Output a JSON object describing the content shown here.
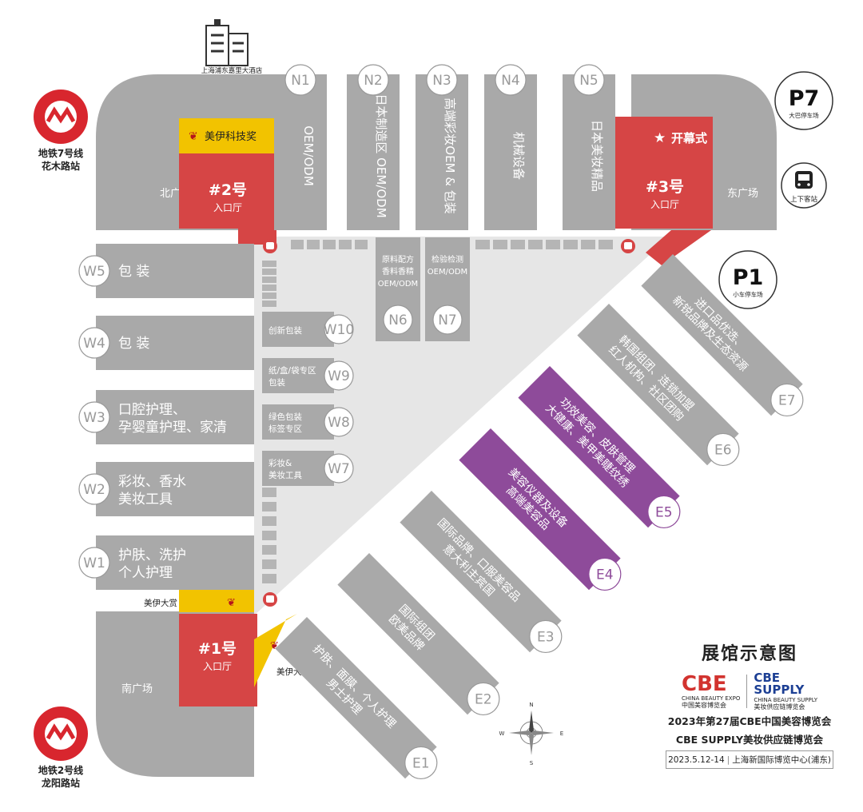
{
  "hotel": {
    "label": "上海浦东嘉里大酒店"
  },
  "metro": [
    {
      "name": "地铁7号线",
      "station": "花木路站",
      "icon": "metro-logo-icon"
    },
    {
      "name": "地铁2号线",
      "station": "龙阳路站",
      "icon": "metro-logo-icon"
    }
  ],
  "plazas": {
    "north": "北广场",
    "east": "东广场",
    "south": "南广场"
  },
  "entrances": [
    {
      "num": "#2号",
      "label": "入口厅"
    },
    {
      "num": "#3号",
      "label": "入口厅"
    },
    {
      "num": "#1号",
      "label": "入口厅"
    }
  ],
  "opening": {
    "label": "开幕式",
    "icon": "star-icon"
  },
  "meiyi": {
    "tech": "美伊科技奖",
    "award": "美伊大赏",
    "award2": "美伊大赏",
    "logo_cn": "美伊"
  },
  "parking": [
    {
      "code": "P7",
      "label": "大巴停车场"
    },
    {
      "code": "P1",
      "label": "小车停车场"
    }
  ],
  "bus_stop": {
    "label": "上下客站",
    "icon": "bus-stop-icon"
  },
  "north_halls": [
    {
      "id": "N1",
      "label": "OEM/ODM"
    },
    {
      "id": "N2",
      "label": "日本制造区 OEM/ODM"
    },
    {
      "id": "N3",
      "label": "高端彩妆OEM & 包装"
    },
    {
      "id": "N4",
      "label": "机械设备"
    },
    {
      "id": "N5",
      "label": "日本美妆精品"
    }
  ],
  "center_halls": [
    {
      "id": "N6",
      "label1": "原料配方",
      "label2": "香料香精",
      "label3": "OEM/ODM"
    },
    {
      "id": "N7",
      "label1": "检验检测",
      "label2": "OEM/ODM"
    }
  ],
  "west_halls": [
    {
      "id": "W5",
      "line1": "包 装",
      "line2": ""
    },
    {
      "id": "W4",
      "line1": "包 装",
      "line2": ""
    },
    {
      "id": "W3",
      "line1": "口腔护理、",
      "line2": "孕婴童护理、家清"
    },
    {
      "id": "W2",
      "line1": "彩妆、香水",
      "line2": "美妆工具"
    },
    {
      "id": "W1",
      "line1": "护肤、洗护",
      "line2": "个人护理"
    }
  ],
  "inner_west_halls": [
    {
      "id": "W10",
      "line1": "创新包装",
      "line2": ""
    },
    {
      "id": "W9",
      "line1": "纸/盒/袋专区",
      "line2": "包装"
    },
    {
      "id": "W8",
      "line1": "绿色包装",
      "line2": "标签专区"
    },
    {
      "id": "W7",
      "line1": "彩妆&",
      "line2": "美妆工具"
    }
  ],
  "east_halls": [
    {
      "id": "E7",
      "line1": "进口品优选、",
      "line2": "新锐品牌及生态资源",
      "color": "#a9a9a9"
    },
    {
      "id": "E6",
      "line1": "韩国组团、连锁加盟",
      "line2": "红人机构、社区团购",
      "color": "#a9a9a9"
    },
    {
      "id": "E5",
      "line1": "功效美容、皮肤管理",
      "line2": "大健康、美甲美睫纹绣",
      "color": "#8e4b9a"
    },
    {
      "id": "E4",
      "line1": "美容仪器及设备",
      "line2": "高端美容品",
      "color": "#8e4b9a"
    },
    {
      "id": "E3",
      "line1": "国际品牌、口服美容品",
      "line2": "意大利主宾国",
      "color": "#a9a9a9"
    },
    {
      "id": "E2",
      "line1": "国际组团",
      "line2": "欧美品牌",
      "color": "#a9a9a9"
    },
    {
      "id": "E1",
      "line1": "护肤、面膜、个人护理",
      "line2": "男士护理",
      "color": "#a9a9a9"
    }
  ],
  "compass": {
    "n": "N",
    "e": "E",
    "s": "S",
    "w": "W"
  },
  "legend": {
    "title": "展馆示意图",
    "cbe_logo": "CBE",
    "cbe_en": "CHINA BEAUTY EXPO",
    "cbe_cn": "中国美容博览会",
    "supply_logo_line1": "CBE",
    "supply_logo_line2": "SUPPLY",
    "supply_en": "CHINA BEAUTY SUPPLY",
    "supply_cn": "美妆供应链博览会",
    "line1": "2023年第27届CBE中国美容博览会",
    "line2": "CBE SUPPLY美妆供应链博览会",
    "line3_date": "2023.5.12-14",
    "line3_divider": "|",
    "line3_venue": "上海新国际博览中心(浦东)"
  },
  "colors": {
    "hall": "#a9a9a9",
    "hall_dark": "#9c9c9c",
    "entrance": "#d64545",
    "award": "#f2c300",
    "purple": "#8e4b9a",
    "metro": "#d8262e",
    "plaza": "#a9a9a9",
    "center": "#e5e5e5"
  }
}
